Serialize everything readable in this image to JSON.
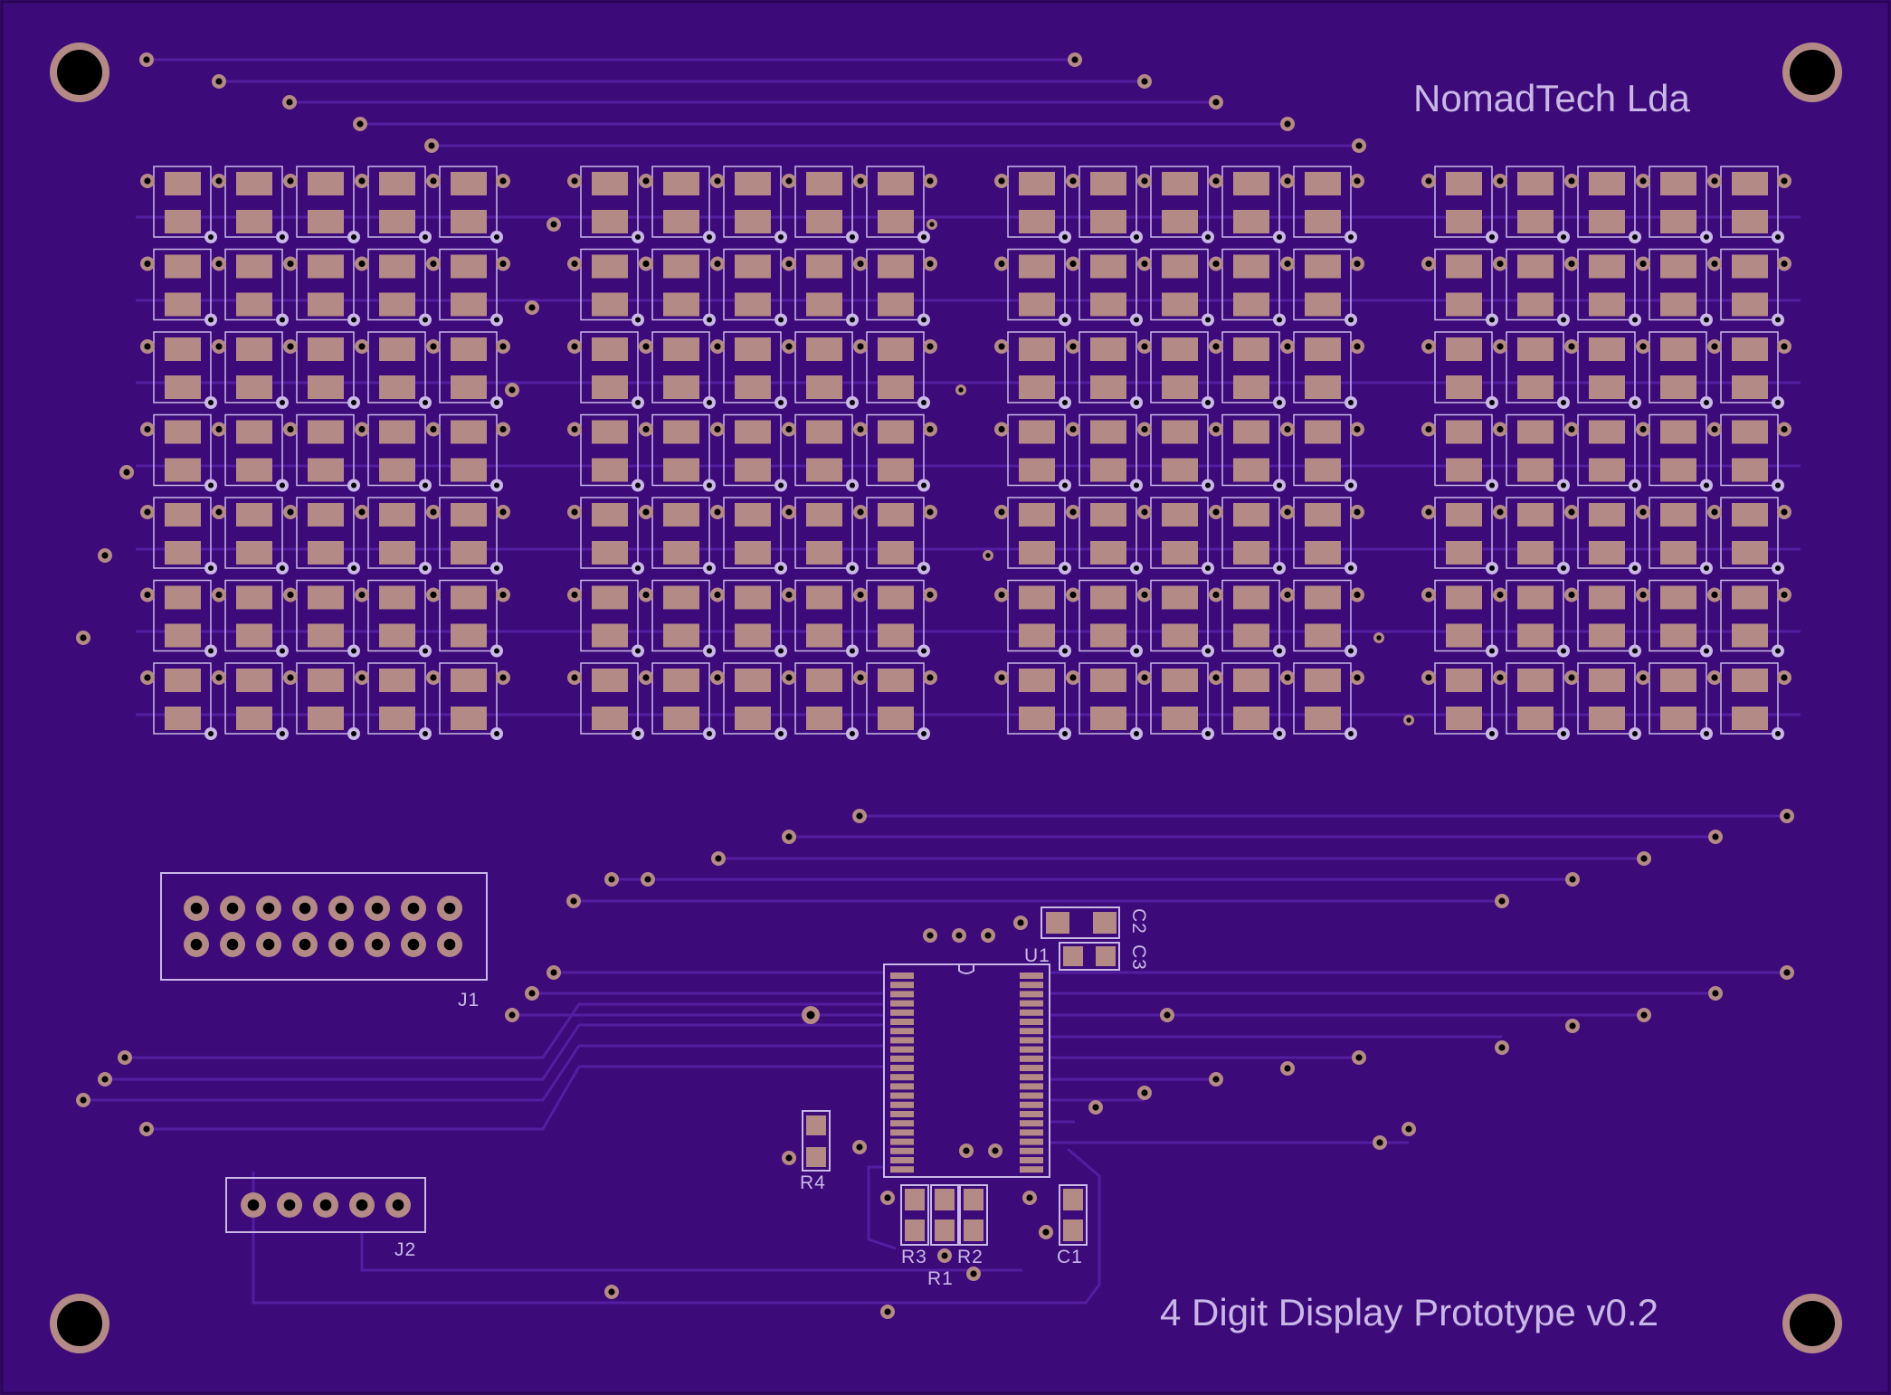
{
  "board": {
    "company": "NomadTech Lda",
    "title": "4 Digit Display Prototype v0.2",
    "colors": {
      "substrate": "#3d0a7a",
      "trace": "#541ea0",
      "copper": "#b38a86",
      "silk": "#c9b7e6",
      "hole": "#000000"
    },
    "led_matrix": {
      "digits": 4,
      "columns_per_digit": 5,
      "rows": 7
    },
    "components": [
      {
        "id": "j1",
        "label": "J1"
      },
      {
        "id": "j2",
        "label": "J2"
      },
      {
        "id": "u1",
        "label": "U1"
      },
      {
        "id": "c1",
        "label": "C1"
      },
      {
        "id": "c2",
        "label": "C2"
      },
      {
        "id": "c3",
        "label": "C3"
      },
      {
        "id": "r1",
        "label": "R1"
      },
      {
        "id": "r2",
        "label": "R2"
      },
      {
        "id": "r3",
        "label": "R3"
      },
      {
        "id": "r4",
        "label": "R4"
      }
    ]
  }
}
